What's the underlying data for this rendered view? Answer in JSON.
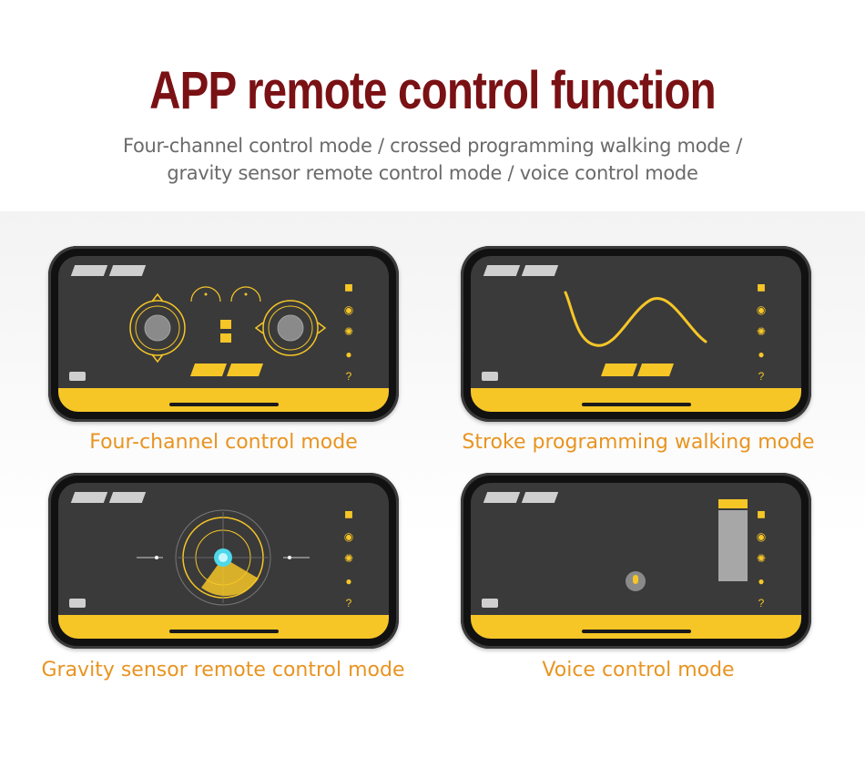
{
  "header": {
    "title": "APP remote control function",
    "subtitle_line1": "Four-channel control mode / crossed programming walking mode /",
    "subtitle_line2": "gravity sensor remote control mode / voice control mode"
  },
  "panels": [
    {
      "caption": "Four-channel control mode"
    },
    {
      "caption": "Stroke programming walking mode"
    },
    {
      "caption": "Gravity sensor remote control mode"
    },
    {
      "caption": "Voice control mode"
    }
  ],
  "side_menu": [
    "gamepad-icon",
    "steering-icon",
    "gravity-icon",
    "microphone-icon",
    "help-icon"
  ],
  "help_glyph": "?",
  "colors": {
    "title": "#7a1114",
    "accent": "#f6c627",
    "caption": "#e89421",
    "screen": "#3a3a3a"
  }
}
